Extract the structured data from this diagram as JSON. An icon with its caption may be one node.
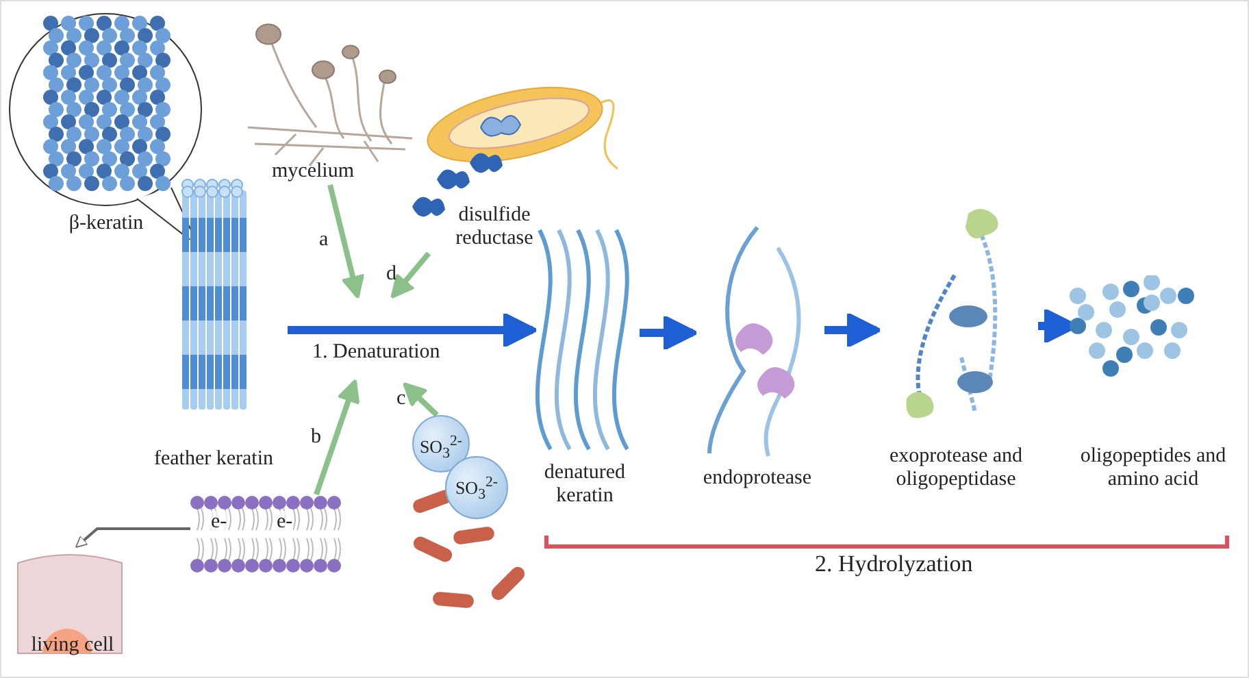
{
  "diagram": {
    "nodes": [
      {
        "text": [
          "β-keratin"
        ]
      },
      {
        "text": [
          "mycelium"
        ]
      },
      {
        "text": [
          "disulfide reductase"
        ]
      },
      {
        "text": [
          "feather keratin"
        ]
      },
      {
        "text": [
          "denatured keratin"
        ]
      },
      {
        "text": [
          "endoprotease"
        ]
      },
      {
        "text": [
          "exoprotease and oligopeptidase"
        ]
      },
      {
        "text": [
          "oligopeptides and amino acid"
        ]
      },
      {
        "text": [
          "SO$_{3}$$^{2-}$"
        ]
      },
      {
        "text": [
          "SO$_{3}$$^{2-}$"
        ]
      },
      {
        "text": [
          "e-",
          "e-"
        ]
      },
      {
        "text": [
          "living cell"
        ]
      }
    ],
    "edges": [
      {
        "from": 3,
        "to": 4,
        "arrow": "to",
        "label": "1. Denaturation"
      },
      {
        "from": 4,
        "to": 5,
        "arrow": "to"
      },
      {
        "from": 5,
        "to": 6,
        "arrow": "to"
      },
      {
        "from": 6,
        "to": 7,
        "arrow": "to"
      },
      {
        "from": 1,
        "to": null,
        "arrow": "to",
        "label": "a",
        "color": "#8cc08a"
      },
      {
        "from": 2,
        "to": null,
        "arrow": "to",
        "label": "d",
        "color": "#8cc08a"
      },
      {
        "from": 10,
        "to": null,
        "arrow": "to",
        "label": "b",
        "color": "#8cc08a"
      },
      {
        "from": 8,
        "to": null,
        "arrow": "to",
        "label": "c",
        "color": "#8cc08a"
      },
      {
        "from": 10,
        "to": 11,
        "arrow": "to",
        "color": "#666666"
      }
    ],
    "labels": [
      "2. Hydrolyzation"
    ]
  }
}
